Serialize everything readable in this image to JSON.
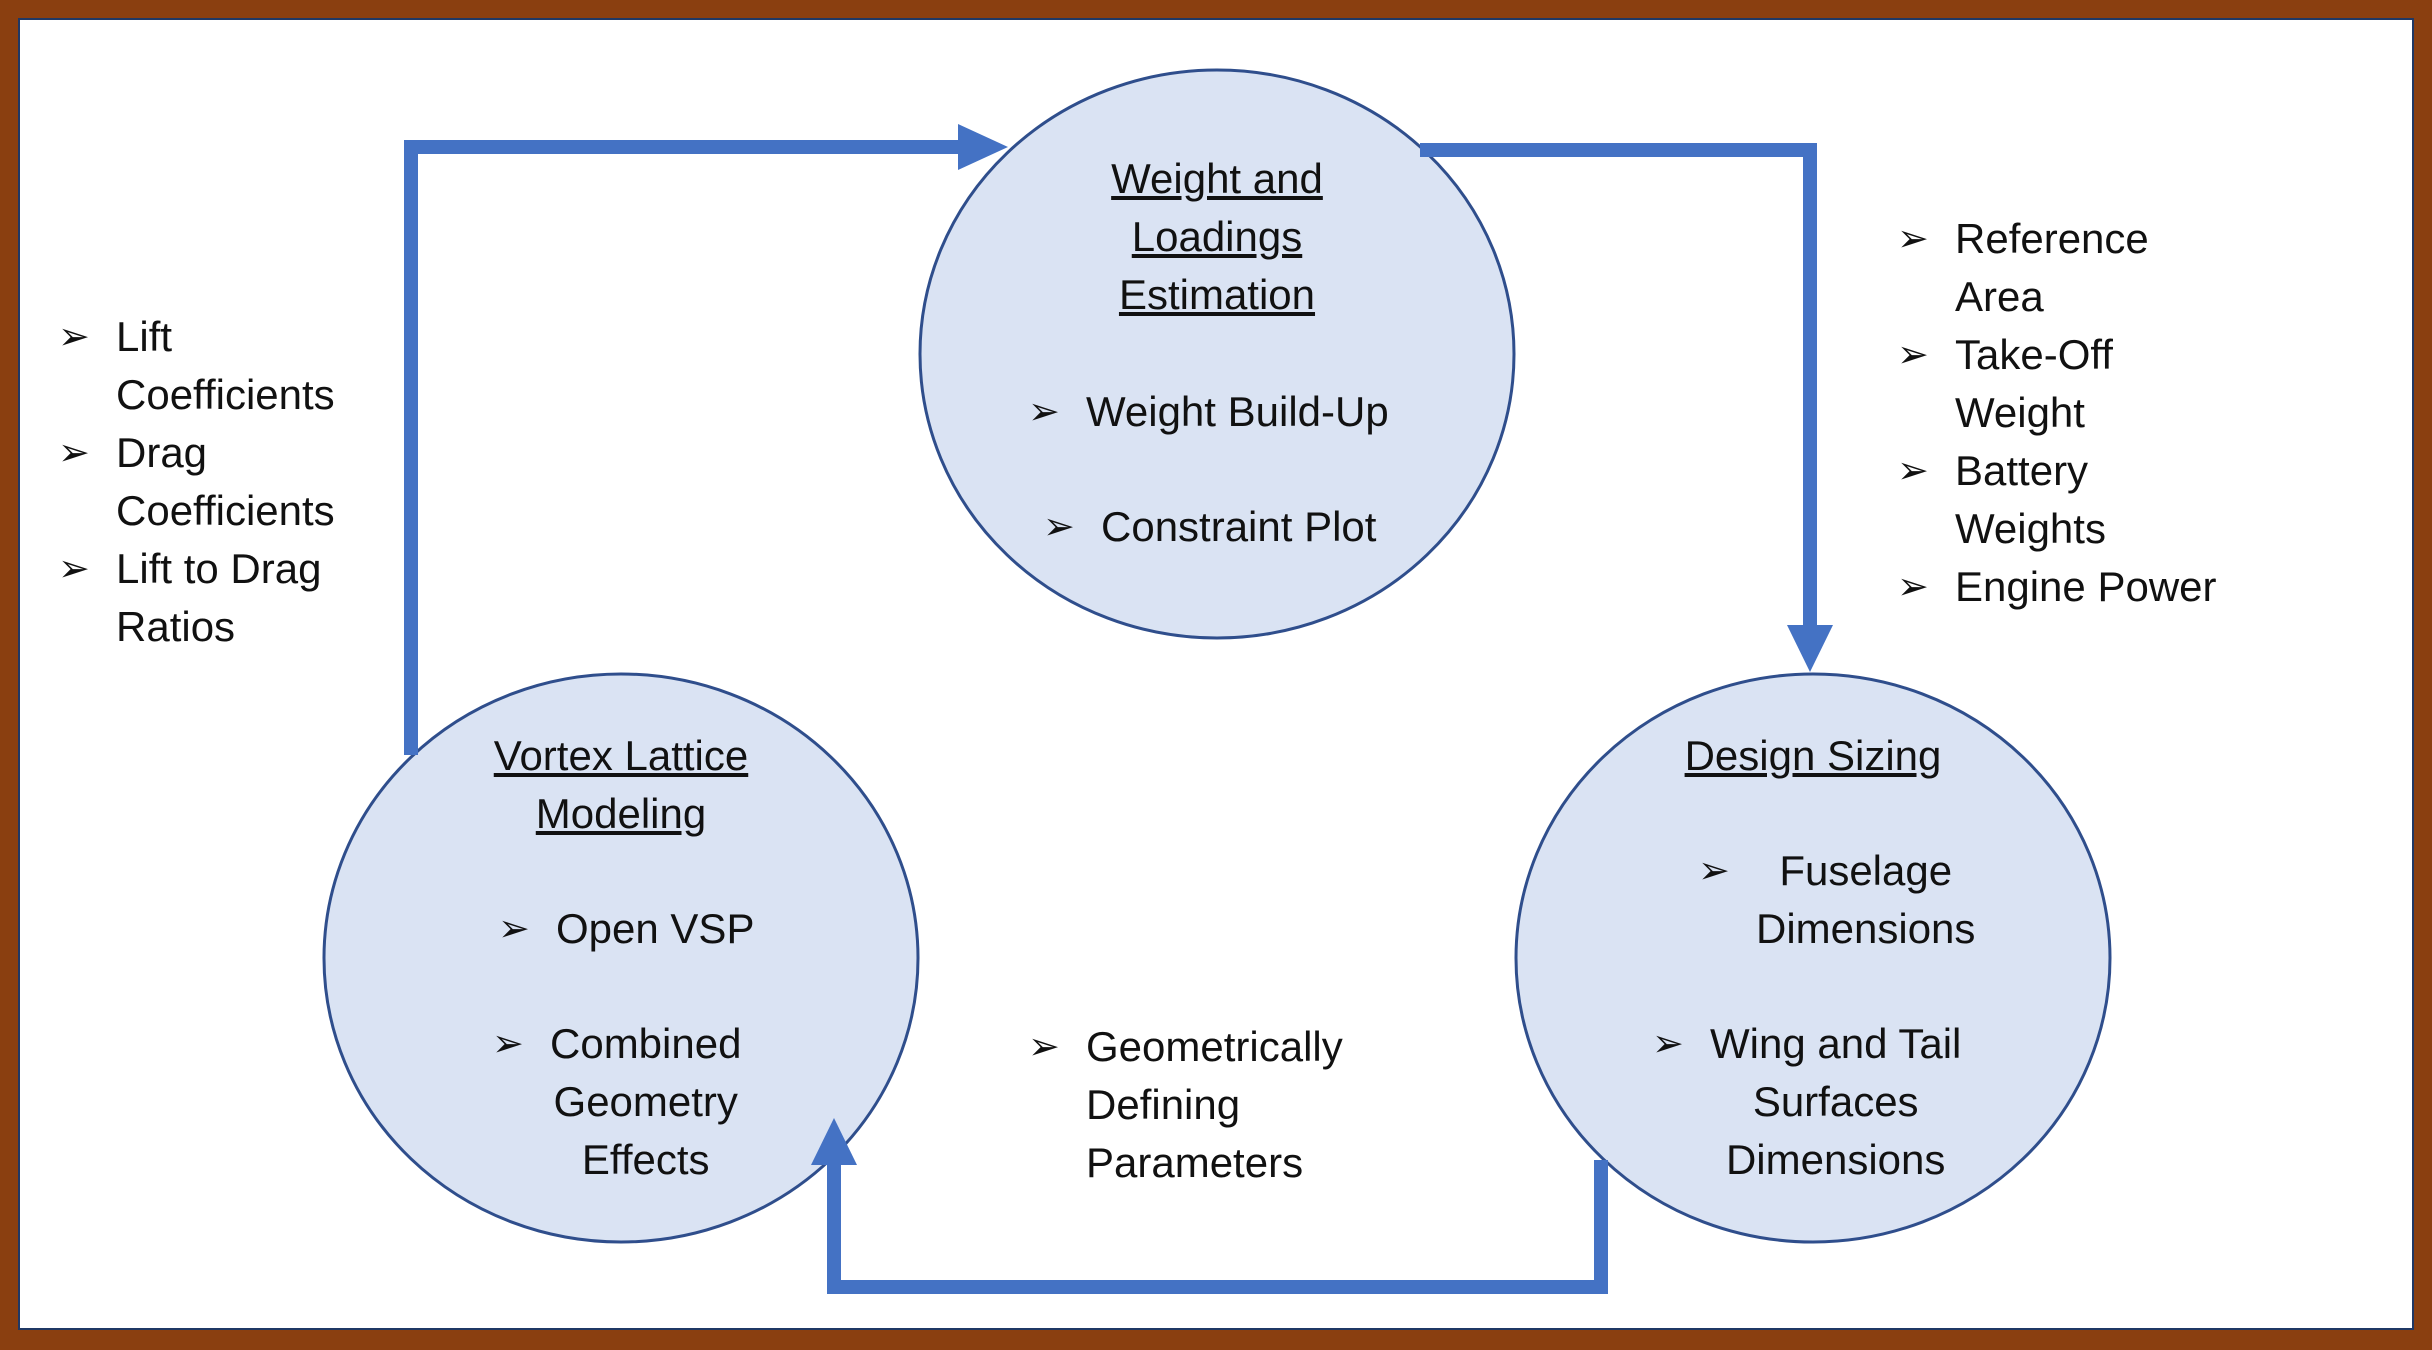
{
  "nodes": {
    "weight": {
      "title_lines": [
        "Weight and",
        "Loadings",
        "Estimation"
      ],
      "items": [
        "Weight Build-Up",
        "Constraint Plot"
      ]
    },
    "vortex": {
      "title_lines": [
        "Vortex Lattice",
        "Modeling"
      ],
      "items": [
        "Open VSP",
        "Combined",
        "Geometry",
        "Effects"
      ]
    },
    "design": {
      "title_lines": [
        "Design Sizing"
      ],
      "items": [
        "Fuselage",
        "Dimensions",
        "Wing and Tail",
        "Surfaces",
        "Dimensions"
      ]
    }
  },
  "side_lists": {
    "left": [
      "Lift",
      "Coefficients",
      "Drag",
      "Coefficients",
      "Lift to Drag",
      "Ratios"
    ],
    "right": [
      "Reference",
      "Area",
      "Take-Off",
      "Weight",
      "Battery",
      "Weights",
      "Engine Power"
    ],
    "bottom": [
      "Geometrically",
      "Defining",
      "Parameters"
    ]
  },
  "bullet_glyph": "➢",
  "colors": {
    "frame": "#8a3f10",
    "node_fill": "#dae3f3",
    "node_stroke": "#2f4e8c",
    "arrow": "#4472c4"
  }
}
